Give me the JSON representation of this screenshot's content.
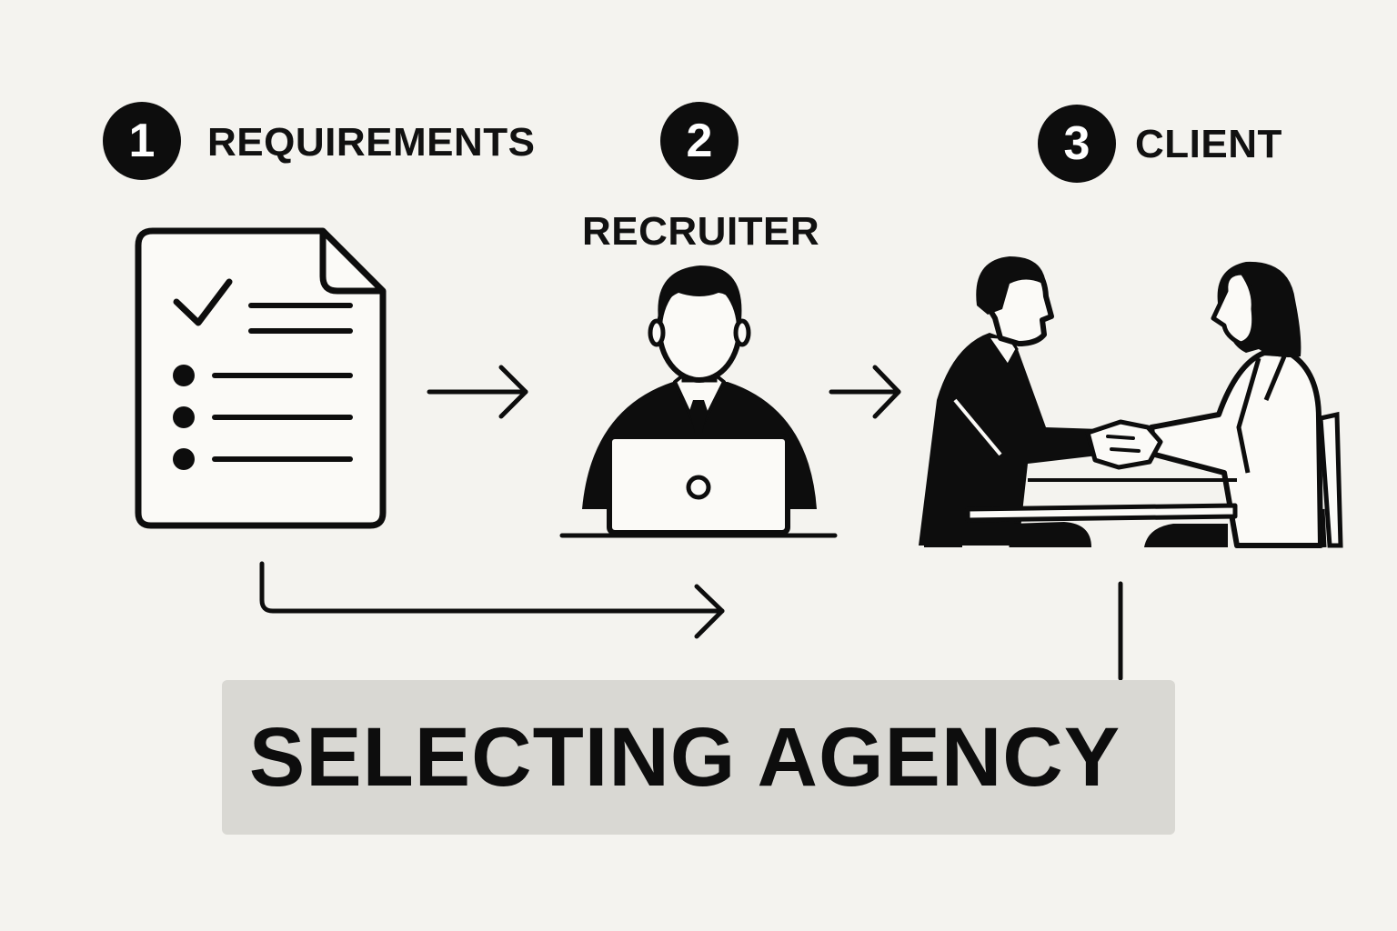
{
  "steps": [
    {
      "number": "1",
      "label": "REQUIREMENTS",
      "icon": "checklist-document-icon"
    },
    {
      "number": "2",
      "label": "RECRUITER",
      "icon": "recruiter-laptop-icon"
    },
    {
      "number": "3",
      "label": "CLIENT",
      "icon": "handshake-meeting-icon"
    }
  ],
  "agency": {
    "label": "SELECTING AGENCY"
  },
  "colors": {
    "background": "#f4f3ef",
    "ink": "#0d0d0d",
    "box": "#d9d8d3"
  }
}
